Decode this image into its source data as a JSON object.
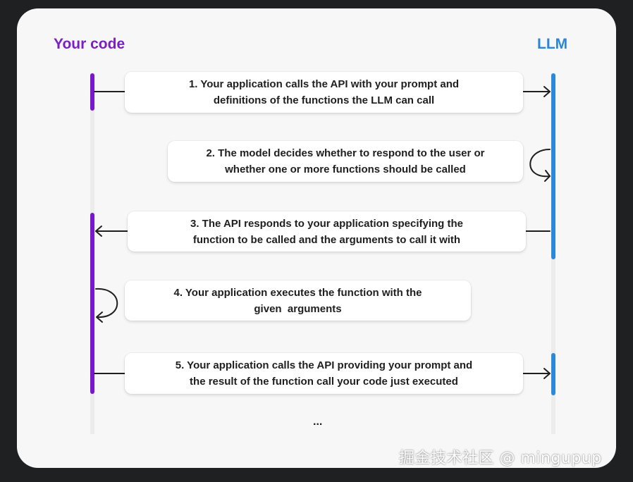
{
  "columns": {
    "left_title": "Your code",
    "right_title": "LLM"
  },
  "steps": [
    {
      "line1": "1. Your application calls the API with your prompt and",
      "line2": "definitions of the functions the LLM can call"
    },
    {
      "line1": "2. The model decides whether to respond to the user or",
      "line2": "whether one or more functions should be called"
    },
    {
      "line1": "3. The API responds to your application specifying the",
      "line2": "function to be called and the arguments to call it with"
    },
    {
      "line1": "4. Your application executes the function with the",
      "line2": "given  arguments"
    },
    {
      "line1": "5. Your application calls the API providing your prompt and",
      "line2": "the result of the function call your code just executed"
    }
  ],
  "ellipsis": "...",
  "watermark": "掘金技术社区 @ mingupup",
  "colors": {
    "your_code": "#7a17cc",
    "llm": "#2c89d9",
    "card_bg": "#f7f7f8",
    "page_bg": "#1f2022"
  }
}
